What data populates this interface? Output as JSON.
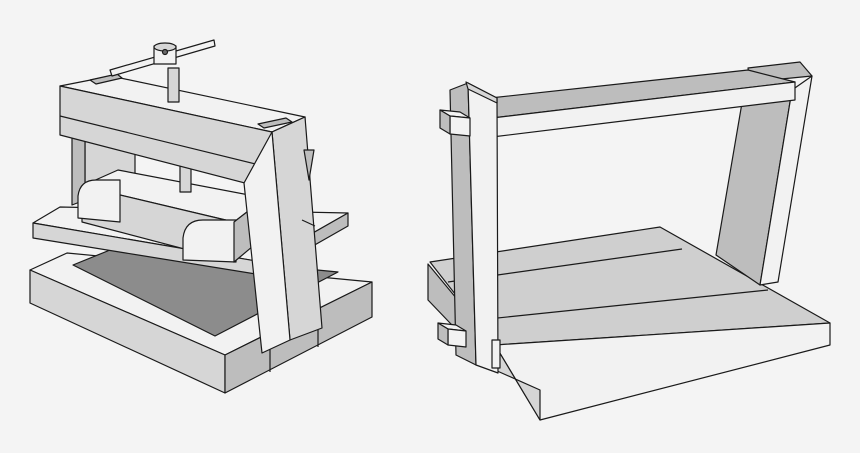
{
  "figure": {
    "panels": [
      {
        "id": "assembled",
        "name": "assembled-press"
      },
      {
        "id": "frame",
        "name": "press-frame-and-base"
      }
    ]
  }
}
